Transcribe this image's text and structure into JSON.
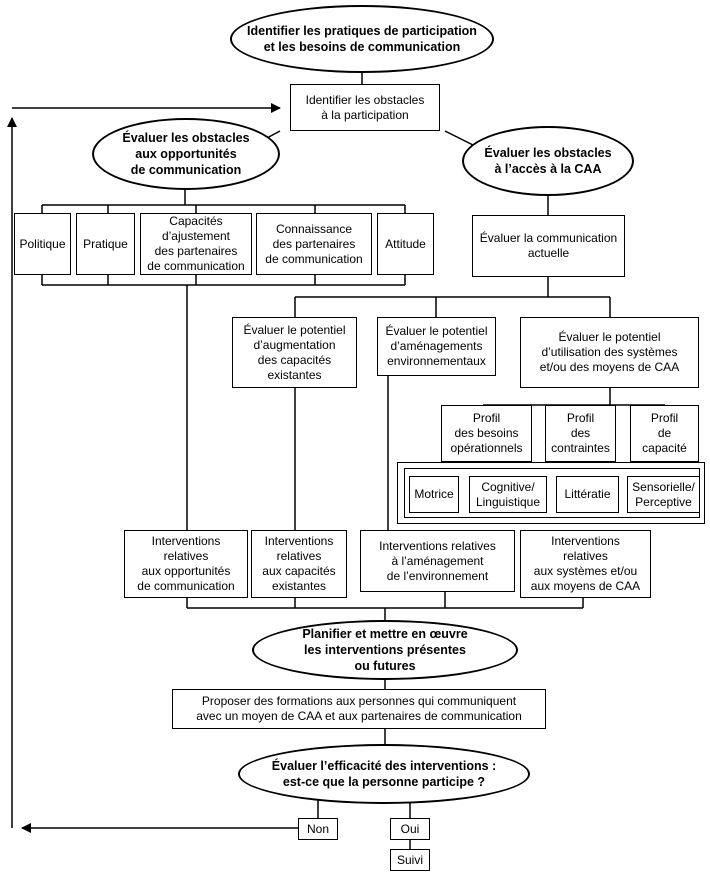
{
  "nodes": {
    "identify_practices": "Identifier les pratiques de participation\net les besoins de communication",
    "identify_obstacles": "Identifier les obstacles\nà la participation",
    "eval_opportunity": "Évaluer les obstacles\naux opportunités\nde communication",
    "eval_access": "Évaluer les obstacles\nà l’accès à la CAA",
    "politique": "Politique",
    "pratique": "Pratique",
    "capacites_ajustement": "Capacités\nd’ajustement\ndes partenaires\nde communication",
    "connaissance": "Connaissance\ndes partenaires\nde communication",
    "attitude": "Attitude",
    "eval_comm_actuelle": "Évaluer la communication\nactuelle",
    "potentiel_augmentation": "Évaluer le potentiel\nd’augmentation\ndes capacités\nexistantes",
    "potentiel_amenagements": "Évaluer le potentiel\nd’aménagements\nenvironnementaux",
    "potentiel_utilisation": "Évaluer le potentiel\nd’utilisation des systèmes\net/ou des moyens de CAA",
    "profil_besoins": "Profil\ndes besoins\nopérationnels",
    "profil_contraintes": "Profil\ndes\ncontraintes",
    "profil_capacite": "Profil\nde\ncapacité",
    "motrice": "Motrice",
    "cognitive": "Cognitive/\nLinguistique",
    "litteratie": "Littératie",
    "sensorielle": "Sensorielle/\nPerceptive",
    "int_opportunites": "Interventions\nrelatives\naux opportunités\nde communication",
    "int_capacites": "Interventions\nrelatives\naux capacités\nexistantes",
    "int_amenagement": "Interventions relatives\nà l’aménagement\nde l’environnement",
    "int_systemes": "Interventions\nrelatives\naux systèmes et/ou\naux moyens de CAA",
    "planifier": "Planifier et mettre en œuvre\nles interventions présentes\nou futures",
    "formations": "Proposer des formations aux personnes qui communiquent\navec un moyen de CAA et aux partenaires de communication",
    "evaluer_efficacite": "Évaluer l’efficacité des interventions :\nest-ce que la personne participe ?",
    "non": "Non",
    "oui": "Oui",
    "suivi": "Suivi"
  }
}
